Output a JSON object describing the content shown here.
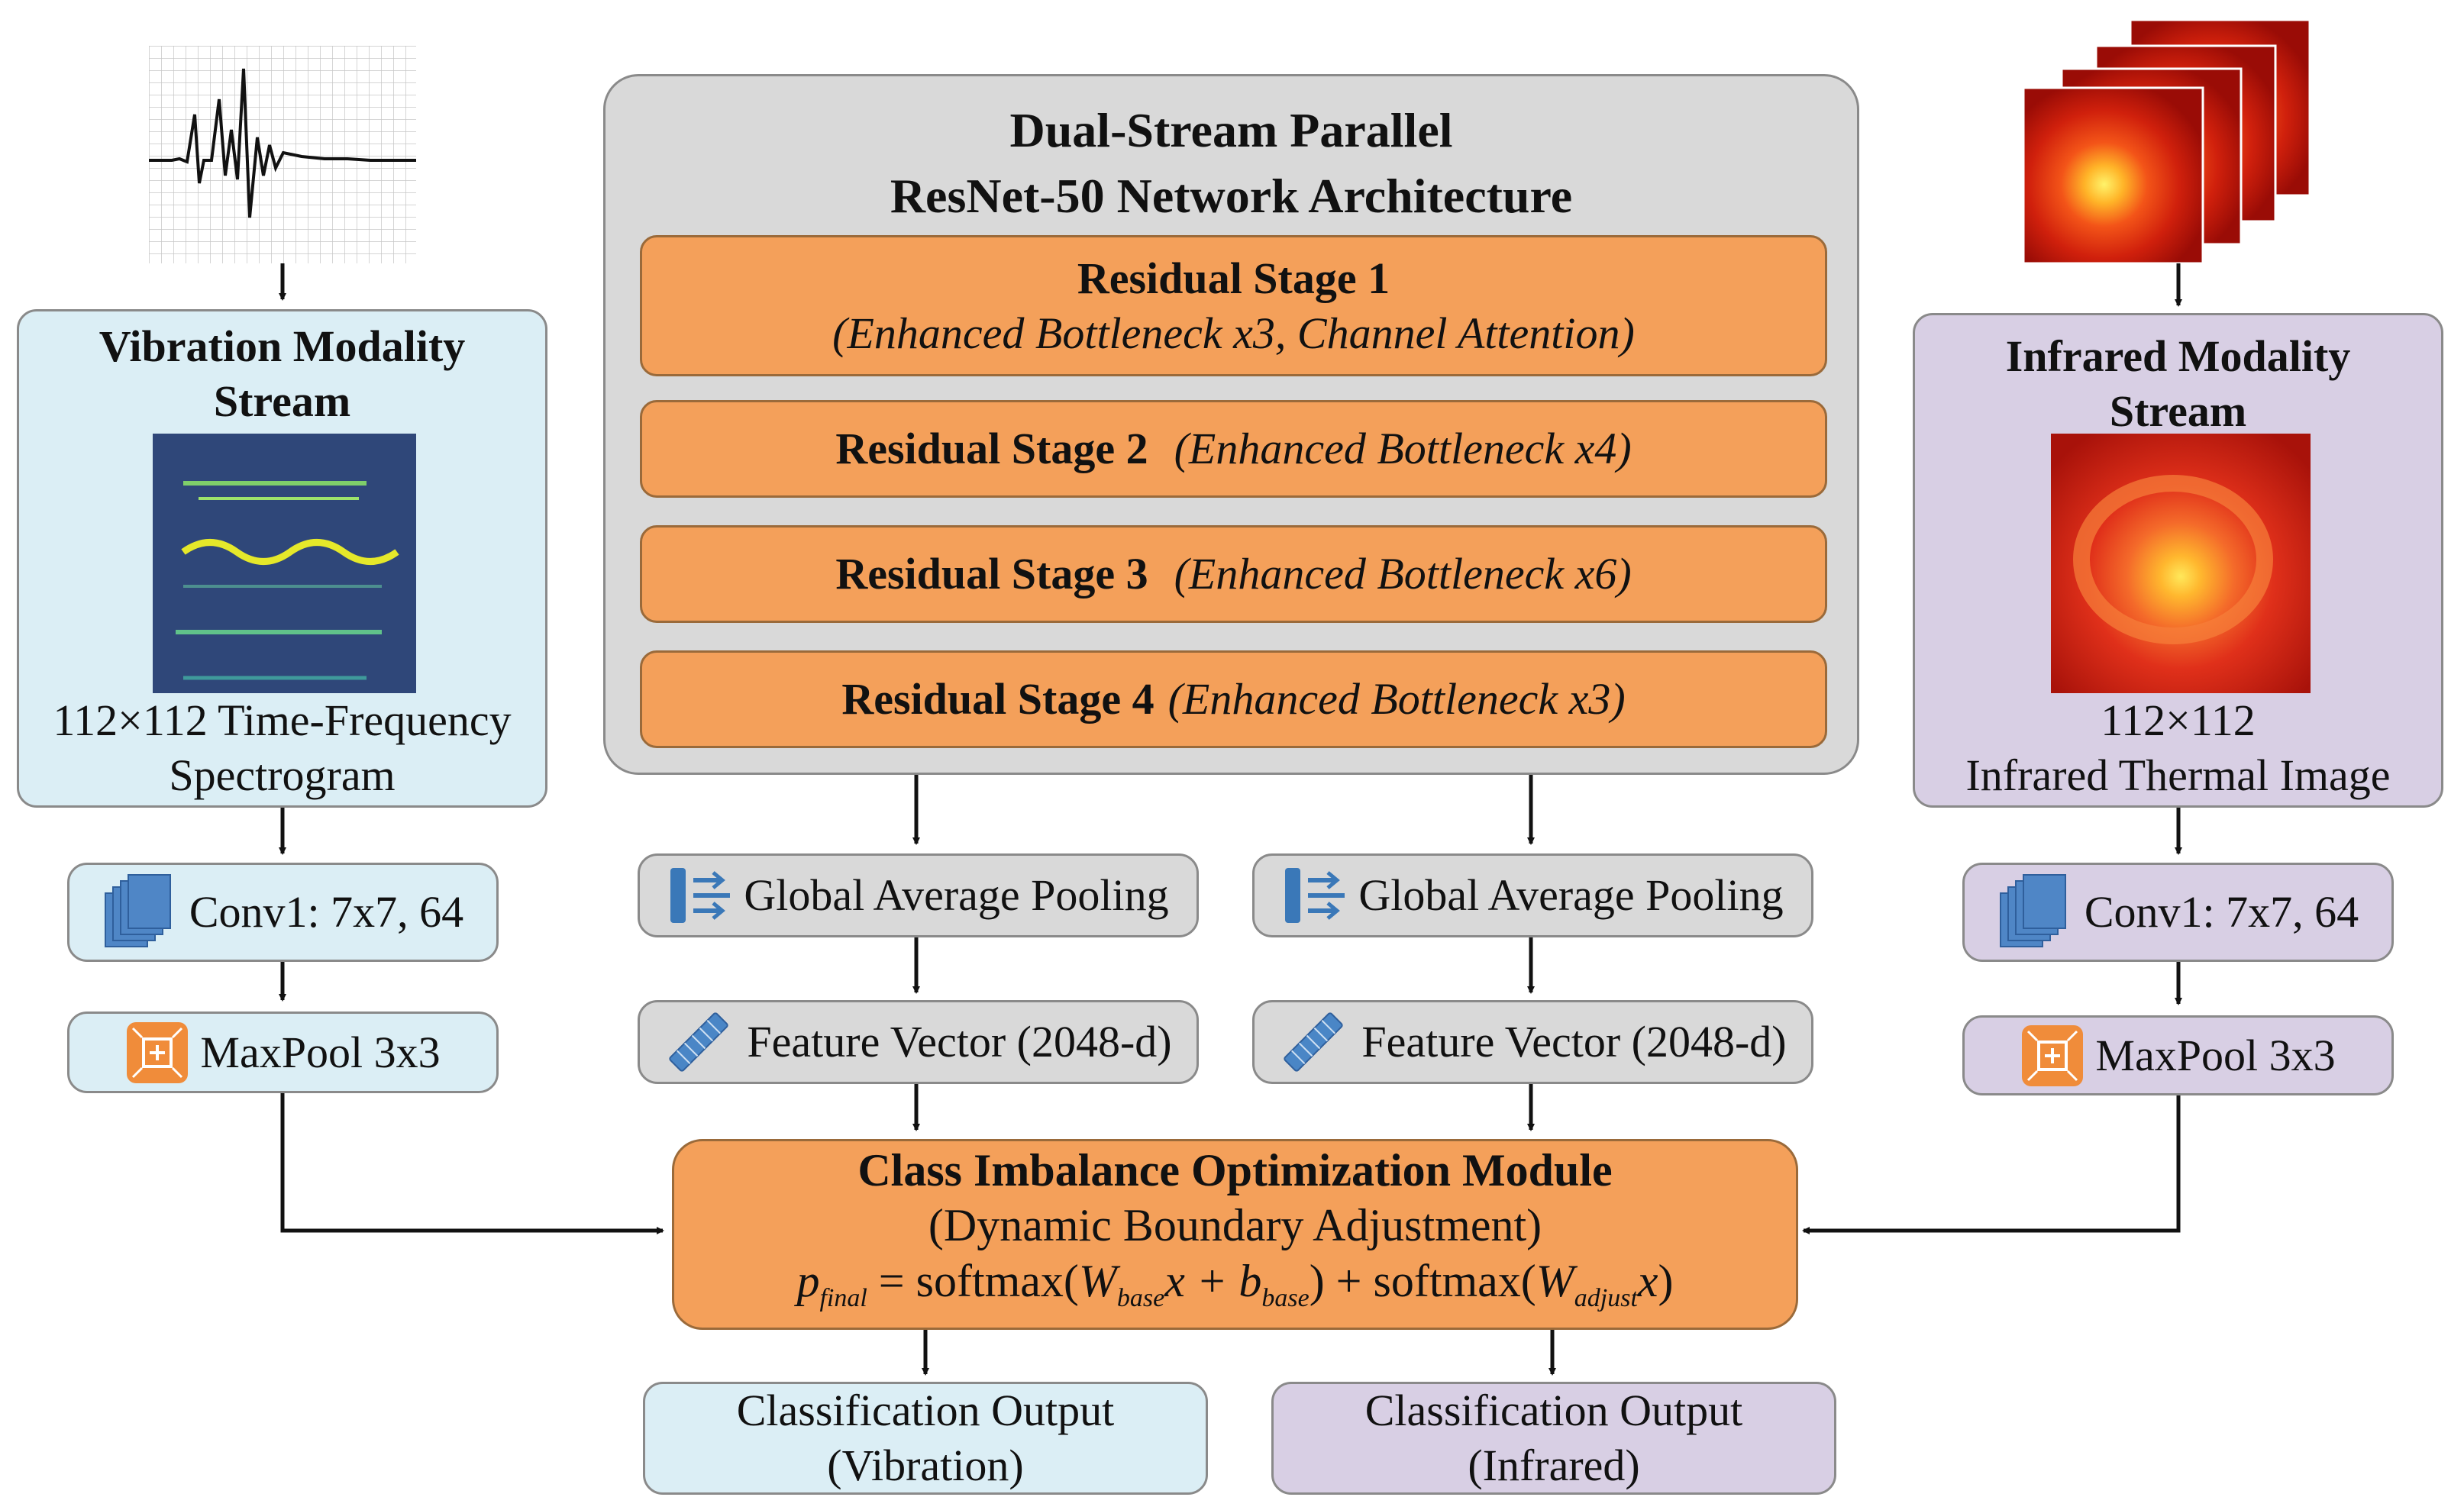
{
  "center": {
    "title_line1": "Dual-Stream Parallel",
    "title_line2": "ResNet-50 Network Architecture",
    "stages": [
      {
        "name": "Residual Stage 1",
        "detail": "(Enhanced Bottleneck x3, Channel Attention)"
      },
      {
        "name": "Residual Stage 2",
        "detail": "(Enhanced Bottleneck x4)"
      },
      {
        "name": "Residual Stage 3",
        "detail": "(Enhanced Bottleneck x6)"
      },
      {
        "name": "Residual Stage 4",
        "detail": "(Enhanced Bottleneck x3)"
      }
    ]
  },
  "vibration": {
    "title_line1": "Vibration Modality",
    "title_line2": "Stream",
    "caption_line1": "112×112 Time-Frequency",
    "caption_line2": "Spectrogram",
    "conv_label": "Conv1: 7x7, 64",
    "pool_label": "MaxPool 3x3"
  },
  "infrared": {
    "title_line1": "Infrared Modality",
    "title_line2": "Stream",
    "caption_line1": "112×112",
    "caption_line2": "Infrared Thermal Image",
    "conv_label": "Conv1: 7x7, 64",
    "pool_label": "MaxPool 3x3"
  },
  "pooling": {
    "label": "Global Average Pooling"
  },
  "feature": {
    "label": "Feature Vector (2048-d)"
  },
  "module": {
    "title": "Class Imbalance Optimization Module",
    "subtitle": "(Dynamic Boundary Adjustment)",
    "formula": {
      "p": "p",
      "p_sub": "final",
      "eq": " = softmax(",
      "W1": "W",
      "W1_sub": "base",
      "mid1": "x + ",
      "b": "b",
      "b_sub": "base",
      "mid2": ") + softmax(",
      "W2": "W",
      "W2_sub": "adjust",
      "x2": "x",
      "end": ")"
    }
  },
  "outputs": {
    "vibration_line1": "Classification Output",
    "vibration_line2": "(Vibration)",
    "infrared_line1": "Classification Output",
    "infrared_line2": "(Infrared)"
  },
  "colors": {
    "stream_blue": "#dbeef5",
    "stream_purple": "#d8cfe4",
    "center_gray": "#d9d9d9",
    "stage_orange": "#f4a05a",
    "icon_blue": "#3a78b8"
  },
  "icons": [
    "ecg-waveform-image",
    "spectrogram-image",
    "thermal-stack-image",
    "thermal-image",
    "conv-layers-icon",
    "maxpool-icon",
    "pooling-icon",
    "feature-vector-icon"
  ]
}
